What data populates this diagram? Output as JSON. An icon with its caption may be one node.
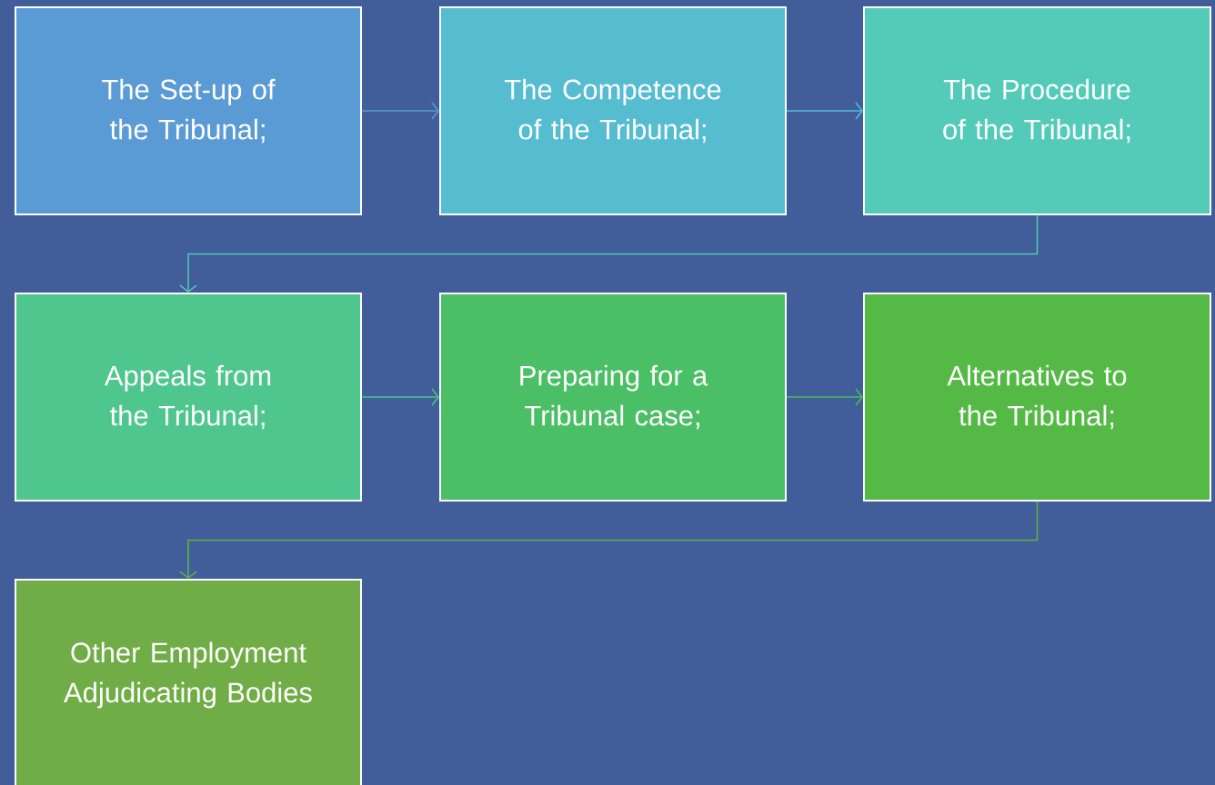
{
  "diagram": {
    "nodes": [
      {
        "text": [
          "The Set-up of the Tribunal;"
        ]
      },
      {
        "text": [
          "The Competence of the Tribunal;"
        ]
      },
      {
        "text": [
          "The Procedure of the Tribunal;"
        ]
      },
      {
        "text": [
          "Appeals from the Tribunal;"
        ]
      },
      {
        "text": [
          "Preparing for a Tribunal case;"
        ]
      },
      {
        "text": [
          "Alternatives to the Tribunal;"
        ]
      },
      {
        "text": [
          "Other Employment Adjudicating Bodies"
        ]
      }
    ],
    "edges": [
      {
        "from": 0,
        "to": 1,
        "arrow": "to",
        "color": "#5b9bd5"
      },
      {
        "from": 1,
        "to": 2,
        "arrow": "to",
        "color": "#56bfd2"
      },
      {
        "from": 2,
        "to": 3,
        "arrow": "to",
        "color": "#52cbb0"
      },
      {
        "from": 3,
        "to": 4,
        "arrow": "to",
        "color": "#4dc486"
      },
      {
        "from": 4,
        "to": 5,
        "arrow": "to",
        "color": "#4bbd5c"
      },
      {
        "from": 5,
        "to": 6,
        "arrow": "to",
        "color": "#5fb447"
      }
    ]
  }
}
